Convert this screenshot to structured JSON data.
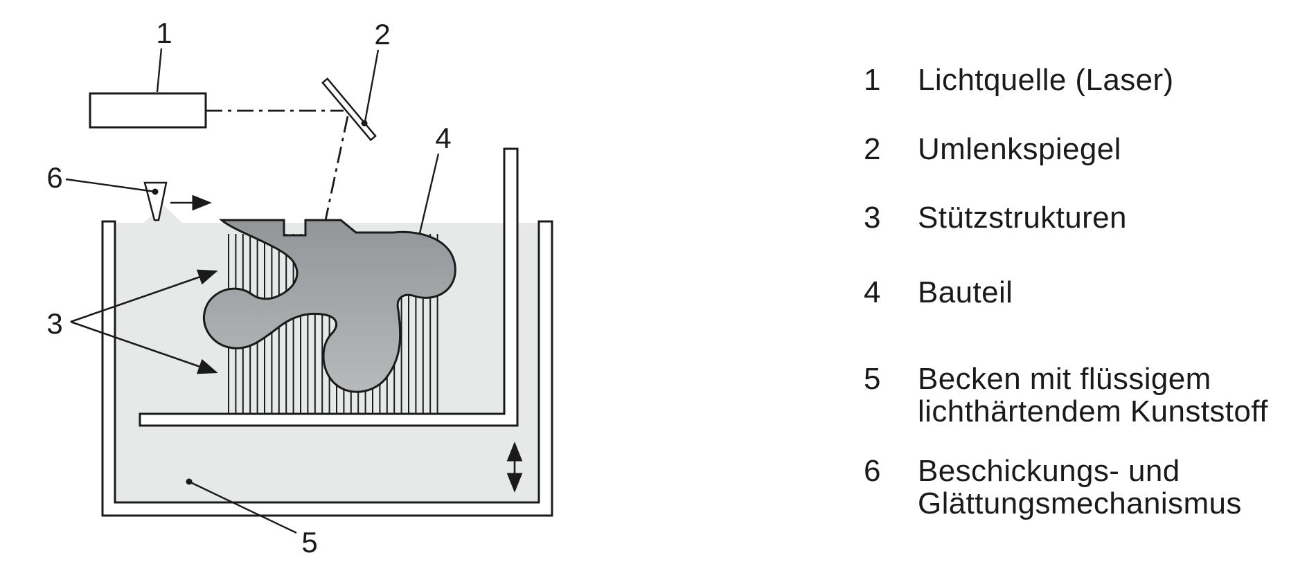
{
  "legend": {
    "items": [
      {
        "num": "1",
        "lines": [
          "Lichtquelle (Laser)"
        ]
      },
      {
        "num": "2",
        "lines": [
          "Umlenkspiegel"
        ]
      },
      {
        "num": "3",
        "lines": [
          "Stützstrukturen"
        ]
      },
      {
        "num": "4",
        "lines": [
          "Bauteil"
        ]
      },
      {
        "num": "5",
        "lines": [
          "Becken mit flüssigem",
          "lichthärtendem Kunststoff"
        ]
      },
      {
        "num": "6",
        "lines": [
          "Beschickungs- und",
          "Glättungsmechanismus"
        ]
      }
    ]
  },
  "diagram": {
    "callouts": {
      "c1": "1",
      "c2": "2",
      "c3": "3",
      "c4": "4",
      "c5": "5",
      "c6": "6"
    }
  },
  "colors": {
    "line": "#1a1a1a",
    "liquid": "#e7e8e8",
    "part_dark": "#939598",
    "part_light": "#babbbd",
    "background": "#ffffff"
  }
}
